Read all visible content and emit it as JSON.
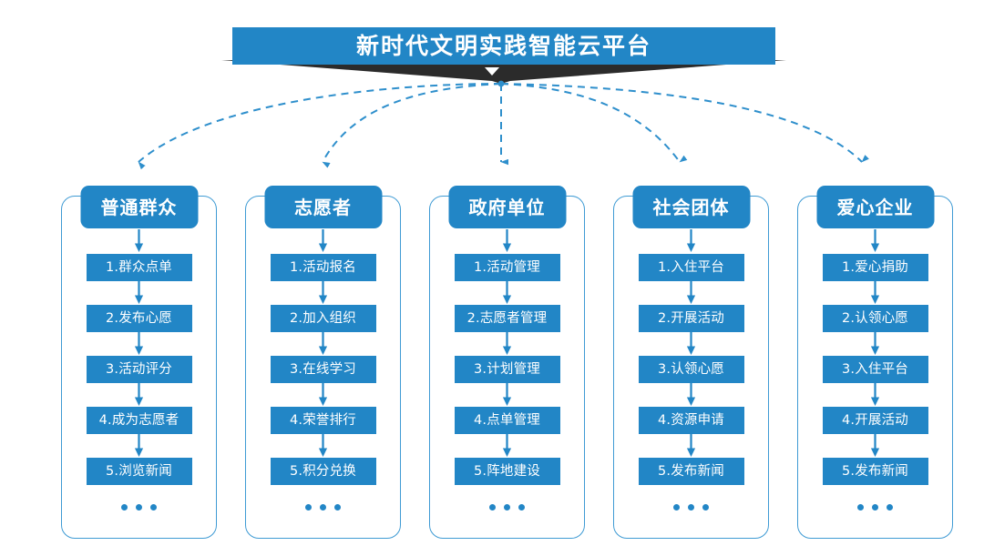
{
  "banner": {
    "title": "新时代文明实践智能云平台",
    "chevron_icon": "chevron-down-icon",
    "bar_color": "#2286c6",
    "ribbon_color": "#2b2b2b"
  },
  "theme": {
    "accent": "#2286c6",
    "card_border": "#3f9bd4",
    "connector": "#2e8fcc",
    "background": "#ffffff"
  },
  "columns": [
    {
      "header": "普通群众",
      "items": [
        "1.群众点单",
        "2.发布心愿",
        "3.活动评分",
        "4.成为志愿者",
        "5.浏览新闻"
      ],
      "more_indicator": "•••"
    },
    {
      "header": "志愿者",
      "items": [
        "1.活动报名",
        "2.加入组织",
        "3.在线学习",
        "4.荣誉排行",
        "5.积分兑换"
      ],
      "more_indicator": "•••"
    },
    {
      "header": "政府单位",
      "items": [
        "1.活动管理",
        "2.志愿者管理",
        "3.计划管理",
        "4.点单管理",
        "5.阵地建设"
      ],
      "more_indicator": "•••"
    },
    {
      "header": "社会团体",
      "items": [
        "1.入住平台",
        "2.开展活动",
        "3.认领心愿",
        "4.资源申请",
        "5.发布新闻"
      ],
      "more_indicator": "•••"
    },
    {
      "header": "爱心企业",
      "items": [
        "1.爱心捐助",
        "2.认领心愿",
        "3.入住平台",
        "4.开展活动",
        "5.发布新闻"
      ],
      "more_indicator": "•••"
    }
  ]
}
